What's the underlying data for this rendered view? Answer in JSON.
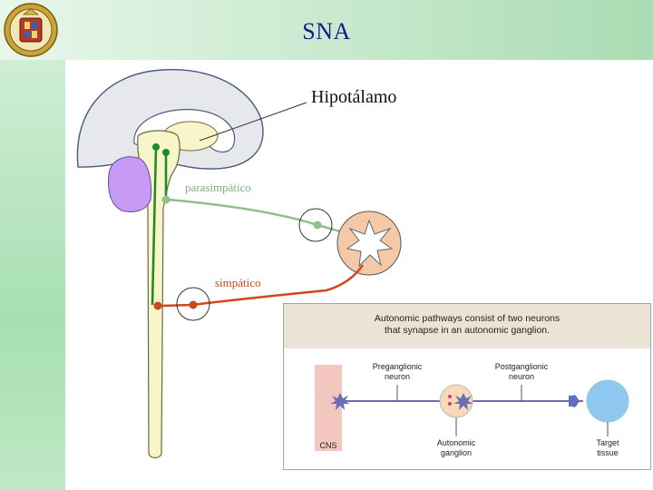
{
  "header": {
    "title": "SNA"
  },
  "labels": {
    "hypothalamus": "Hipotálamo",
    "parasympathetic": "parasimpático",
    "sympathetic": "simpático"
  },
  "inset": {
    "caption_line1": "Autonomic pathways consist of two neurons",
    "caption_line2": "that synapse in an autonomic ganglion.",
    "preganglionic_line1": "Preganglionic",
    "preganglionic_line2": "neuron",
    "postganglionic_line1": "Postganglionic",
    "postganglionic_line2": "neuron",
    "cns": "CNS",
    "ganglion_line1": "Autonomic",
    "ganglion_line2": "ganglion",
    "target_line1": "Target",
    "target_line2": "tissue"
  },
  "icons": {
    "logo": "university-seal-icon"
  },
  "colors": {
    "title": "#1a1a8c",
    "parasympathetic": "#8fbf8f",
    "sympathetic": "#d0471d",
    "spinal_green": "#1d8a2a",
    "brain": "#e6e8ec",
    "cord": "#f7f5c9",
    "purple": "#c79af5"
  }
}
